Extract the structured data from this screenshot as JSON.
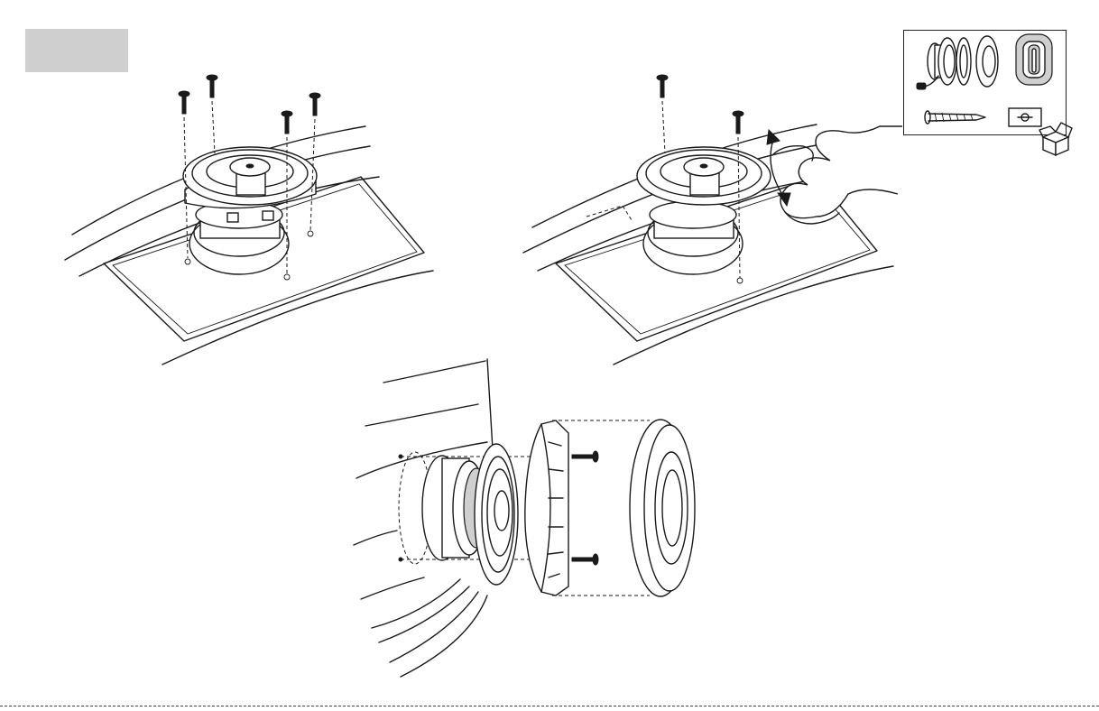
{
  "figure": {
    "panels": [
      "install-with-screws",
      "install-with-clip",
      "exploded-adapter-assembly"
    ],
    "colors": {
      "line": "#1a1a1a",
      "label_box": "#cfcfcf",
      "background": "#ffffff"
    },
    "icons": [
      "screw-icon",
      "speaker-icon",
      "grille-icon",
      "foam-gasket-icon",
      "clip-nut-icon",
      "box-icon",
      "hand-icon",
      "arrow-icon"
    ]
  }
}
